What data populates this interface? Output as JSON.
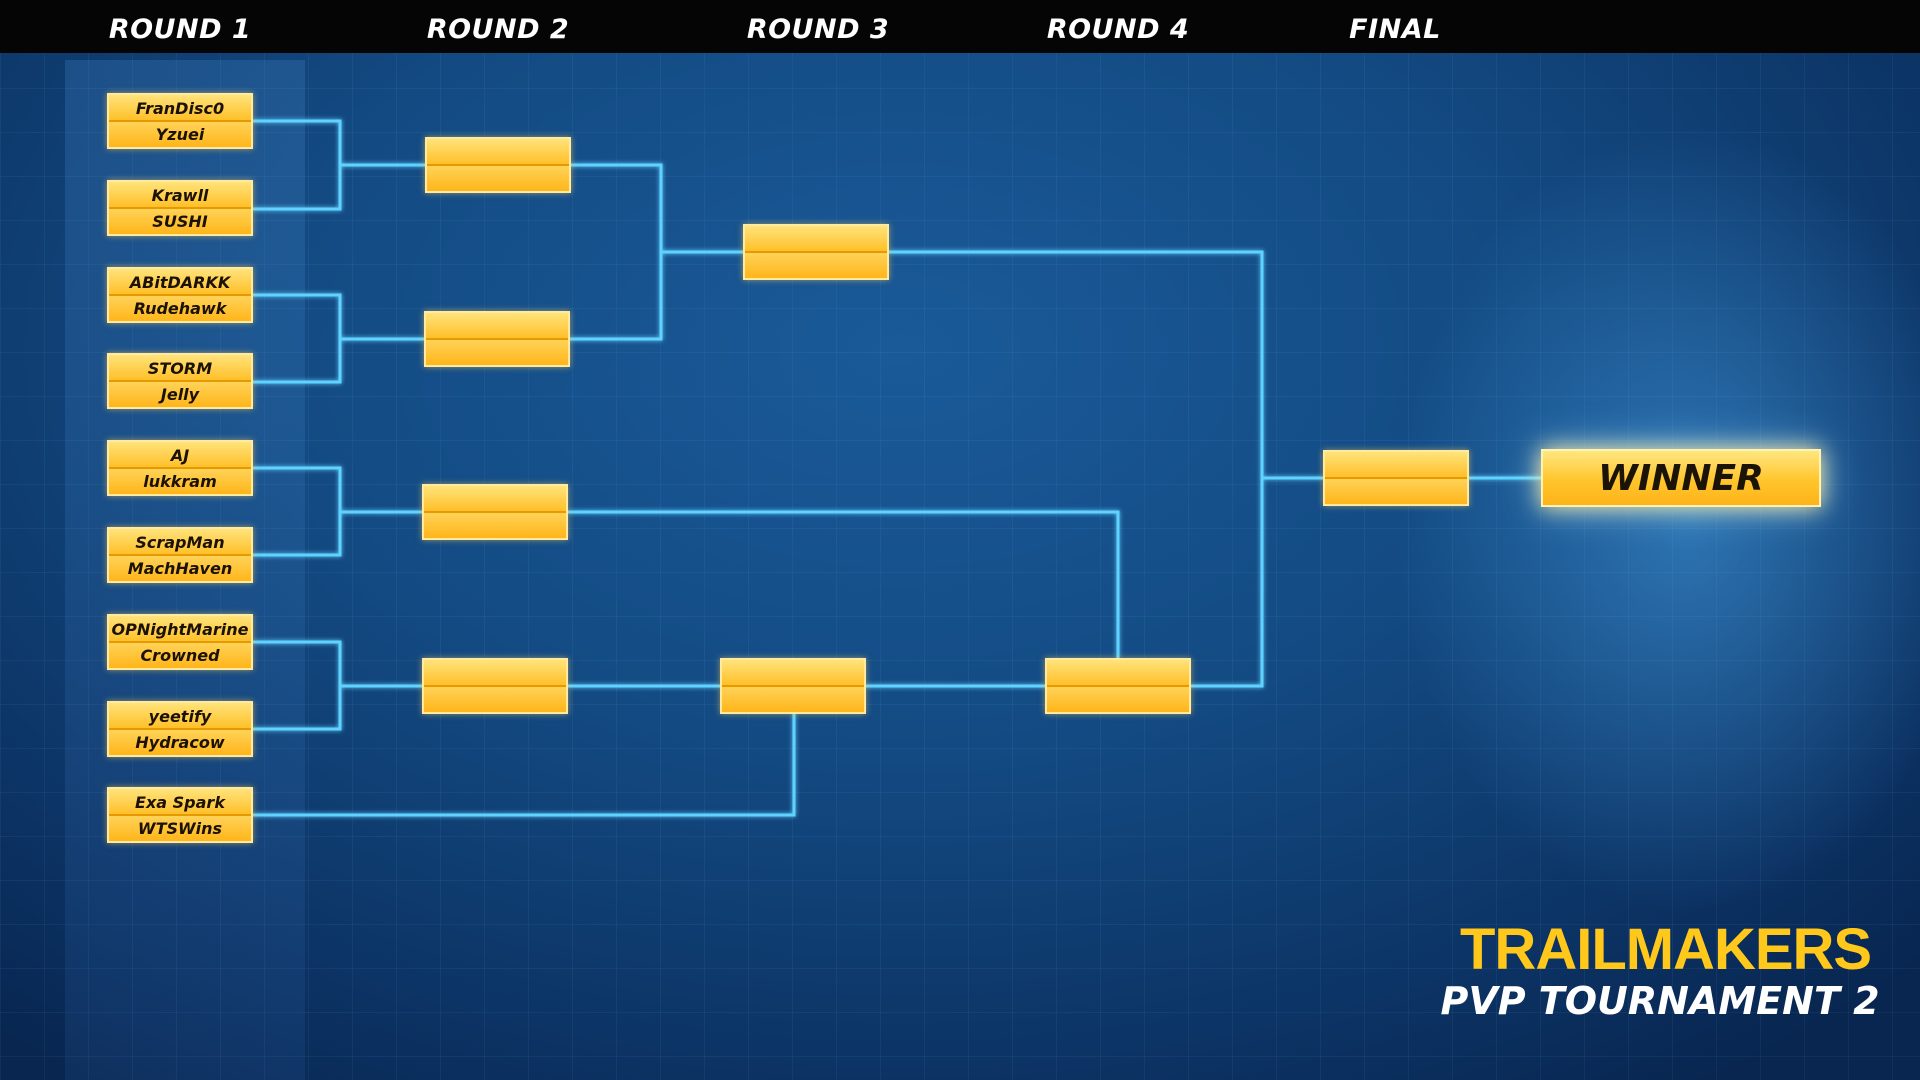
{
  "rounds": [
    {
      "label": "ROUND 1"
    },
    {
      "label": "ROUND 2"
    },
    {
      "label": "ROUND 3"
    },
    {
      "label": "ROUND 4"
    },
    {
      "label": "FINAL"
    }
  ],
  "matches": {
    "r1_m1": [
      "FranDisc0",
      "Yzuei"
    ],
    "r1_m2": [
      "Krawll",
      "SUSHI"
    ],
    "r1_m3": [
      "ABitDARKK",
      "Rudehawk"
    ],
    "r1_m4": [
      "STORM",
      "Jelly"
    ],
    "r1_m5": [
      "AJ",
      "lukkram"
    ],
    "r1_m6": [
      "ScrapMan",
      "MachHaven"
    ],
    "r1_m7": [
      "OPNightMarine",
      "Crowned"
    ],
    "r1_m8": [
      "yeetify",
      "Hydracow"
    ],
    "r1_m9": [
      "Exa Spark",
      "WTSWins"
    ],
    "r2_m1": [
      "",
      ""
    ],
    "r2_m2": [
      "",
      ""
    ],
    "r2_m3": [
      "",
      ""
    ],
    "r2_m4": [
      "",
      ""
    ],
    "r3_m1": [
      "",
      ""
    ],
    "r3_m2": [
      "",
      ""
    ],
    "r4_m1": [
      "",
      ""
    ],
    "final": [
      "",
      ""
    ]
  },
  "winner_label": "WINNER",
  "brand": {
    "logo_text": "TRAILMAKERS",
    "subtitle": "PVP TOURNAMENT 2"
  },
  "colors": {
    "slot": "#ffc02a",
    "connector": "#5fd2ff",
    "header": "#050505",
    "brand": "#ffc81a"
  }
}
